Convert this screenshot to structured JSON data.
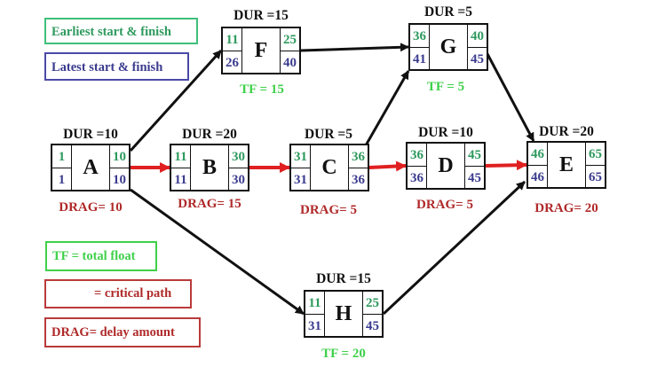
{
  "diagram": {
    "type": "activity-on-node-network",
    "colors": {
      "early": "#2e9a5e",
      "late": "#3b3b8f",
      "critical": "#e02020",
      "normal_arrow": "#111111",
      "drag": "#b02a2a",
      "tf": "#3fd04a"
    },
    "legend": {
      "early": "Earliest start & finish",
      "late": "Latest start & finish",
      "tf": "TF = total float",
      "critical": "= critical path",
      "drag": "DRAG= delay amount"
    },
    "nodes": {
      "A": {
        "name": "A",
        "dur": "DUR =10",
        "es": "1",
        "ef": "10",
        "ls": "1",
        "lf": "10",
        "drag": "DRAG= 10"
      },
      "B": {
        "name": "B",
        "dur": "DUR =20",
        "es": "11",
        "ef": "30",
        "ls": "11",
        "lf": "30",
        "drag": "DRAG= 15"
      },
      "C": {
        "name": "C",
        "dur": "DUR =5",
        "es": "31",
        "ef": "36",
        "ls": "31",
        "lf": "36",
        "drag": "DRAG= 5"
      },
      "D": {
        "name": "D",
        "dur": "DUR =10",
        "es": "36",
        "ef": "45",
        "ls": "36",
        "lf": "45",
        "drag": "DRAG= 5"
      },
      "E": {
        "name": "E",
        "dur": "DUR =20",
        "es": "46",
        "ef": "65",
        "ls": "46",
        "lf": "65",
        "drag": "DRAG= 20"
      },
      "F": {
        "name": "F",
        "dur": "DUR =15",
        "es": "11",
        "ef": "25",
        "ls": "26",
        "lf": "40",
        "tf": "TF = 15"
      },
      "G": {
        "name": "G",
        "dur": "DUR =5",
        "es": "36",
        "ef": "40",
        "ls": "41",
        "lf": "45",
        "tf": "TF = 5"
      },
      "H": {
        "name": "H",
        "dur": "DUR =15",
        "es": "11",
        "ef": "25",
        "ls": "31",
        "lf": "45",
        "tf": "TF = 20"
      }
    },
    "edges": [
      {
        "from": "A",
        "to": "B",
        "critical": true
      },
      {
        "from": "B",
        "to": "C",
        "critical": true
      },
      {
        "from": "C",
        "to": "D",
        "critical": true
      },
      {
        "from": "D",
        "to": "E",
        "critical": true
      },
      {
        "from": "A",
        "to": "F",
        "critical": false
      },
      {
        "from": "F",
        "to": "G",
        "critical": false
      },
      {
        "from": "C",
        "to": "G",
        "critical": false
      },
      {
        "from": "G",
        "to": "E",
        "critical": false
      },
      {
        "from": "A",
        "to": "H",
        "critical": false
      },
      {
        "from": "H",
        "to": "E",
        "critical": false
      }
    ]
  }
}
